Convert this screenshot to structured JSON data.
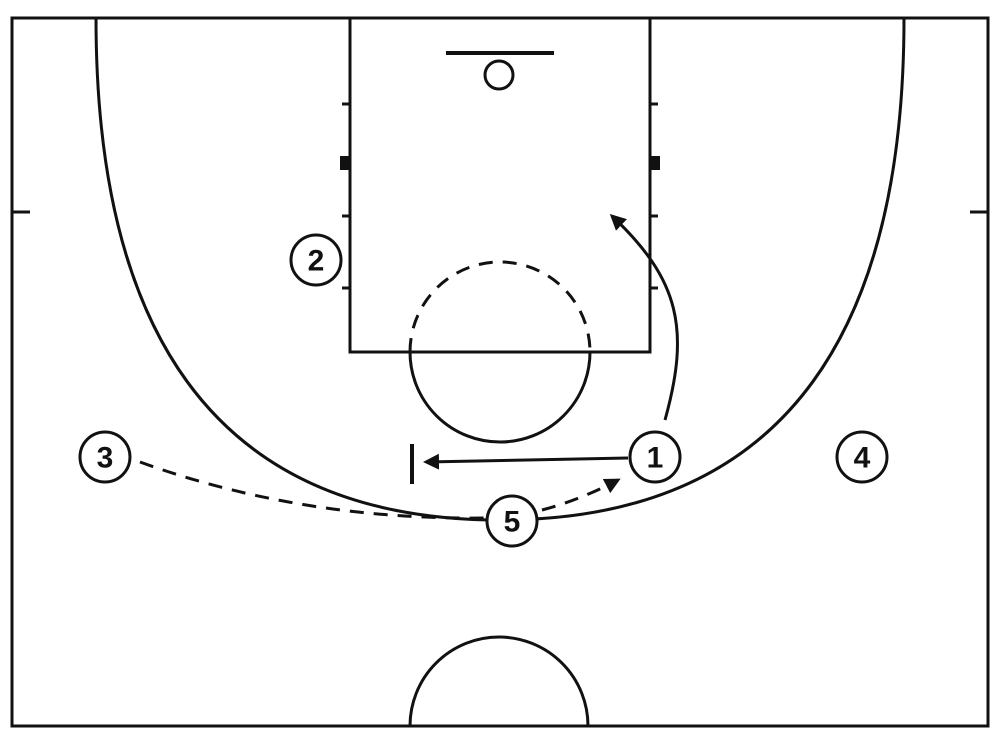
{
  "diagram": {
    "type": "basketball half-court play diagram",
    "colors": {
      "lines": "#111111",
      "background": "#ffffff"
    },
    "players": [
      {
        "id": "p1",
        "label": "1"
      },
      {
        "id": "p2",
        "label": "2"
      },
      {
        "id": "p3",
        "label": "3"
      },
      {
        "id": "p4",
        "label": "4"
      },
      {
        "id": "p5",
        "label": "5"
      }
    ],
    "actions": [
      {
        "from": "1",
        "type": "cut",
        "to": "lane"
      },
      {
        "from": "1",
        "type": "screen",
        "to": "top of key"
      },
      {
        "from": "3",
        "type": "pass",
        "to": "5"
      },
      {
        "from": "5",
        "type": "pass",
        "to": "1"
      }
    ]
  }
}
